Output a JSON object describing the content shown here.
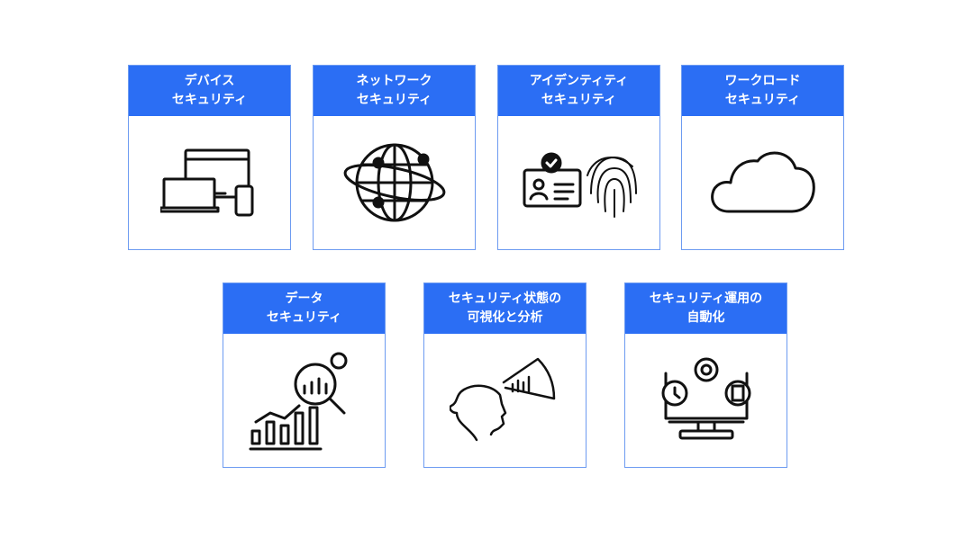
{
  "cards": [
    {
      "line1": "デバイス",
      "line2": "セキュリティ",
      "icon": "devices-icon"
    },
    {
      "line1": "ネットワーク",
      "line2": "セキュリティ",
      "icon": "globe-network-icon"
    },
    {
      "line1": "アイデンティティ",
      "line2": "セキュリティ",
      "icon": "id-fingerprint-icon"
    },
    {
      "line1": "ワークロード",
      "line2": "セキュリティ",
      "icon": "cloud-icon"
    },
    {
      "line1": "データ",
      "line2": "セキュリティ",
      "icon": "data-analytics-icon"
    },
    {
      "line1": "セキュリティ状態の",
      "line2": "可視化と分析",
      "icon": "person-viewing-chart-icon"
    },
    {
      "line1": "セキュリティ運用の",
      "line2": "自動化",
      "icon": "monitor-automation-icon"
    }
  ],
  "colors": {
    "header": "#2b6ef4",
    "border": "#6d9bf1"
  }
}
